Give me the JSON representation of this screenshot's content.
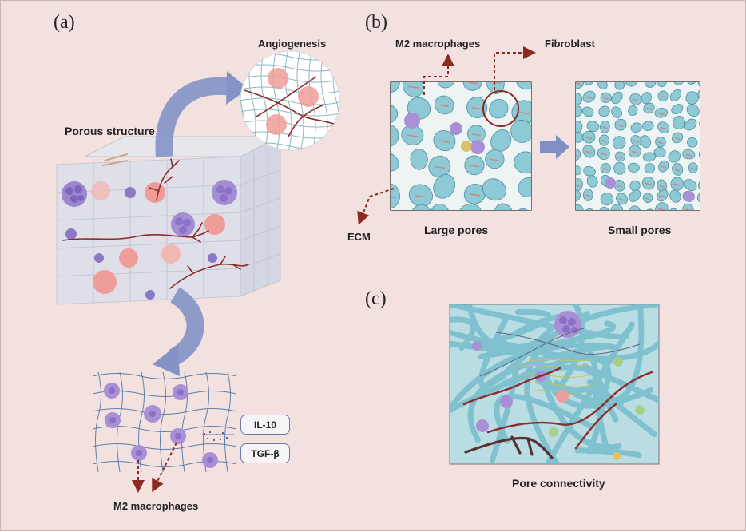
{
  "panels": {
    "a": {
      "letter": "(a)",
      "porous_structure": "Porous structure",
      "angiogenesis": "Angiogenesis",
      "cytokines": [
        "IL-10",
        "TGF-β"
      ],
      "m2_macrophages": "M2 macrophages"
    },
    "b": {
      "letter": "(b)",
      "m2_macrophages": "M2 macrophages",
      "fibroblast": "Fibroblast",
      "ecm": "ECM",
      "large_pores": "Large pores",
      "small_pores": "Small pores"
    },
    "c": {
      "letter": "(c)",
      "pore_connectivity": "Pore connectivity"
    }
  },
  "colors": {
    "background": "#f3e1e0",
    "scaffold": "#7cc3cf",
    "macrophage": "#a98fd6",
    "red_cell": "#ef9d98",
    "vessel": "#8e2b2b",
    "arrow_blue": "#7f8fc4",
    "dashed_arrow": "#8a2a20"
  }
}
